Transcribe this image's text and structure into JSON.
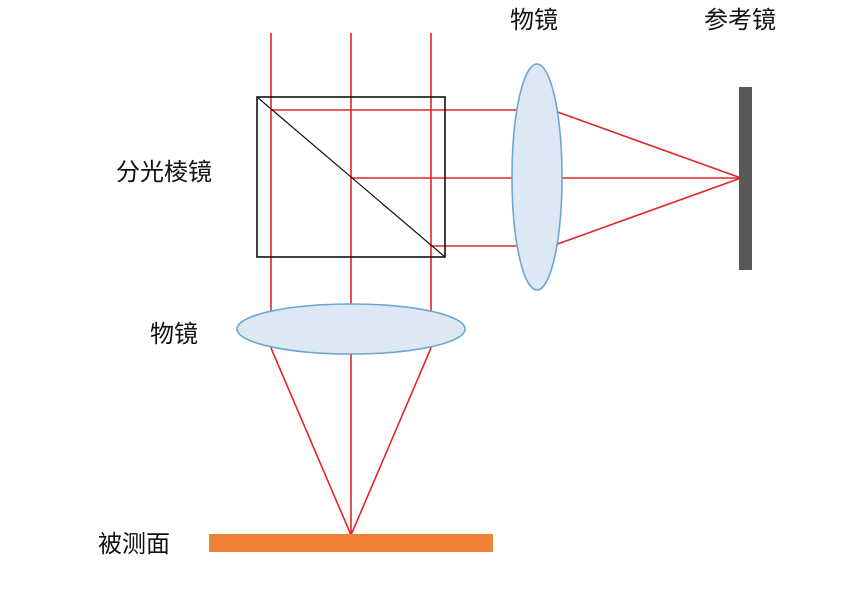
{
  "labels": {
    "objective_top": "物镜",
    "reference_mirror": "参考镜",
    "beam_splitter": "分光棱镜",
    "objective_bottom": "物镜",
    "sample_surface": "被测面"
  },
  "colors": {
    "ray": "#e3262a",
    "lens_fill": "#dce9f5",
    "lens_stroke": "#6fa6d0",
    "prism_stroke": "#111111",
    "mirror": "#585858",
    "surface": "#f08236"
  }
}
